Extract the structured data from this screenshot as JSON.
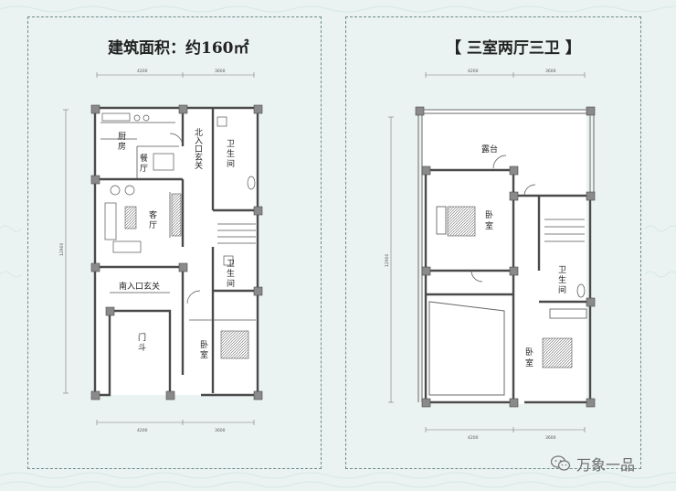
{
  "left": {
    "title": "建筑面积：约160㎡",
    "rooms": {
      "kitchen": [
        "厨",
        "房"
      ],
      "dining": [
        "餐",
        "厅"
      ],
      "north_entry": [
        "北",
        "入",
        "口",
        "玄",
        "关"
      ],
      "bath1": [
        "卫",
        "生",
        "间"
      ],
      "living": [
        "客",
        "厅"
      ],
      "bath2": [
        "卫",
        "生",
        "间"
      ],
      "south_entry": "南入口玄关",
      "porch": [
        "门",
        "斗"
      ],
      "bedroom": [
        "卧",
        "室"
      ]
    },
    "dims": {
      "top_a": "4200",
      "top_b": "3600",
      "side": "12900",
      "bottom_a": "4200",
      "bottom_b": "3600"
    }
  },
  "right": {
    "title": "【 三室两厅三卫 】",
    "rooms": {
      "terrace": "露台",
      "bedroom1": [
        "卧",
        "室"
      ],
      "bath": [
        "卫",
        "生",
        "间"
      ],
      "bedroom2": [
        "卧",
        "室"
      ]
    },
    "dims": {
      "top_a": "4200",
      "top_b": "3600",
      "side": "12900",
      "bottom_a": "4200",
      "bottom_b": "3600"
    }
  },
  "watermark": {
    "text": "万象一品"
  },
  "colors": {
    "background": "#eaf3f1",
    "wall": "#4a4a4a",
    "wall_fill": "#8a8a8a",
    "floor": "#ffffff",
    "dash": "#6e8a8c"
  }
}
